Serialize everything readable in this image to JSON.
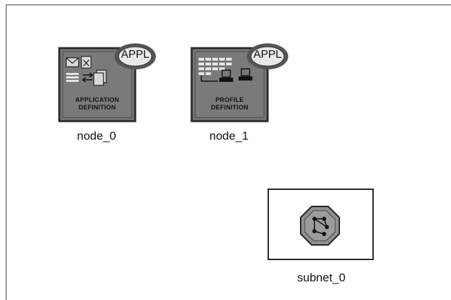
{
  "nodes": [
    {
      "label": "node_0",
      "badge": "APPL",
      "caption_line1": "APPLICATION",
      "caption_line2": "DEFINITION",
      "icon": "application-definition-icon"
    },
    {
      "label": "node_1",
      "badge": "APPL",
      "caption_line1": "PROFILE",
      "caption_line2": "DEFINITION",
      "icon": "profile-definition-icon"
    }
  ],
  "subnet": {
    "label": "subnet_0",
    "icon": "subnet-octagon-icon"
  },
  "colors": {
    "icon_fill": "#7a7a7a",
    "icon_frame": "#2a2a2a",
    "badge_ring": "#555555",
    "badge_fill": "#e8e8e8",
    "octagon": "#8f8f8f"
  }
}
